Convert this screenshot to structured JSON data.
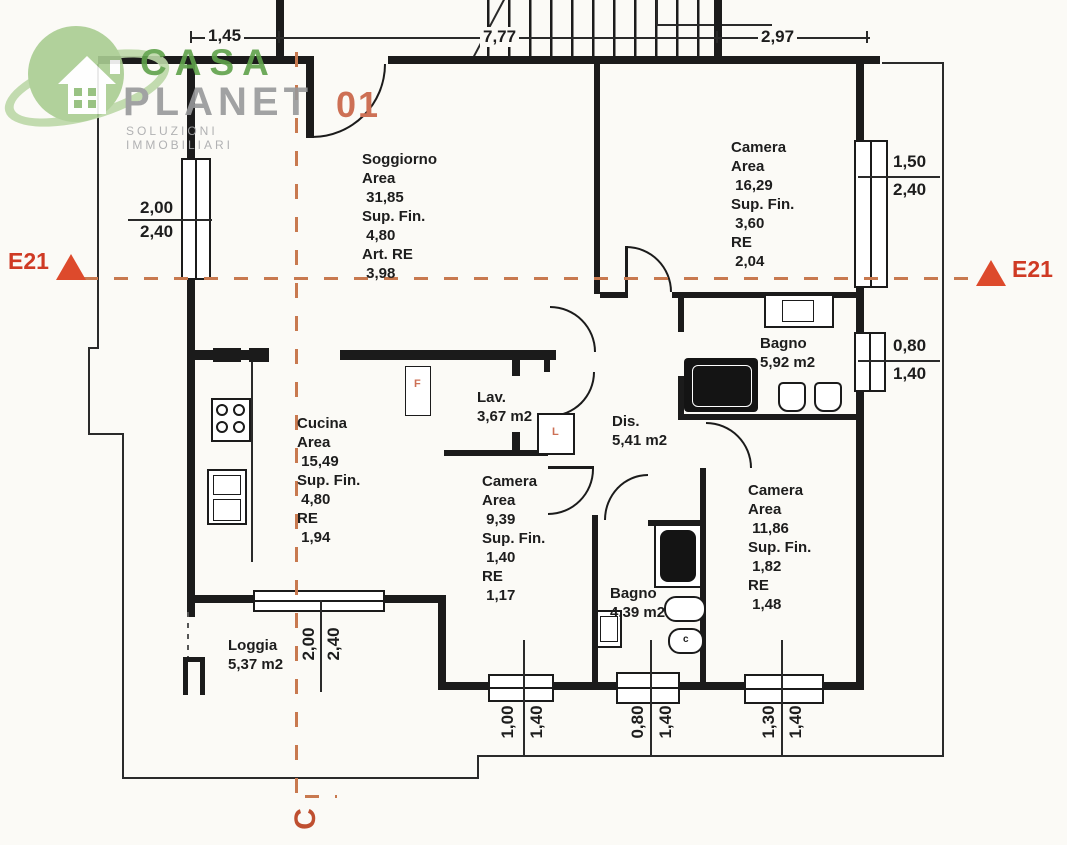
{
  "logo": {
    "brand_top": "CASA",
    "brand_bottom": "PLANET",
    "tagline": "SOLUZIONI IMMOBILIARI"
  },
  "markers": {
    "unit": "01",
    "section_left": "E21",
    "section_right": "E21",
    "section_bottom": "C"
  },
  "rooms": {
    "soggiorno": "Soggiorno\nArea\n 31,85\nSup. Fin.\n 4,80\nArt. RE\n 3,98",
    "camera_nord": "Camera\nArea\n 16,29\nSup. Fin.\n 3,60\nRE\n 2,04",
    "bagno_grande": "Bagno\n5,92 m2",
    "lavanderia": "Lav.\n3,67 m2",
    "disimpegno": "Dis.\n5,41 m2",
    "cucina": "Cucina\nArea\n 15,49\nSup. Fin.\n 4,80\nRE\n 1,94",
    "camera_centrale": "Camera\nArea\n 9,39\nSup. Fin.\n 1,40\nRE\n 1,17",
    "bagno_piccolo": "Bagno\n4,39 m2",
    "camera_sud": "Camera\nArea\n 11,86\nSup. Fin.\n 1,82\nRE\n 1,48",
    "loggia": "Loggia\n5,37 m2"
  },
  "dimensions": {
    "top_left": "1,45",
    "top_center": "7,77",
    "top_right": "2,97",
    "left_window_w": "2,00",
    "left_window_h": "2,40",
    "right_window_upper_w": "1,50",
    "right_window_upper_h": "2,40",
    "right_window_lower_w": "0,80",
    "right_window_lower_h": "1,40",
    "bottom_window_1_w": "1,00",
    "bottom_window_1_h": "1,40",
    "bottom_window_2_w": "0,80",
    "bottom_window_2_h": "1,40",
    "bottom_window_3_w": "1,30",
    "bottom_window_3_h": "1,40",
    "loggia_opening_w": "2,00",
    "loggia_opening_h": "2,40"
  },
  "appliances": {
    "fridge": "F",
    "washing_machine": "L",
    "bidet": "c"
  },
  "colors": {
    "wall": "#1b1b1b",
    "section_line_orange": "#c8794f",
    "marker_red": "#cf3a24",
    "unit_orange": "#cd7055",
    "logo_green": "#5fa24b",
    "logo_gray": "#98999b"
  }
}
